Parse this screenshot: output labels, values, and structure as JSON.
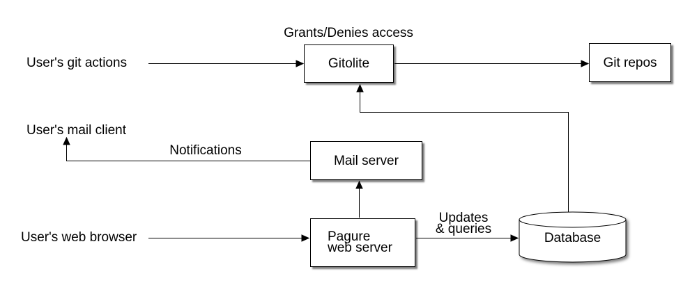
{
  "nodes": {
    "gitolite": {
      "label": "Gitolite"
    },
    "git_repos": {
      "label": "Git repos"
    },
    "mail_server": {
      "label": "Mail server"
    },
    "pagure_web_server": {
      "line1": "Pagure",
      "line2": "web server"
    },
    "database": {
      "label": "Database",
      "shape": "cylinder"
    }
  },
  "labels": {
    "grants_denies": "Grants/Denies access",
    "users_git_actions": "User's git actions",
    "users_mail_client": "User's mail client",
    "notifications": "Notifications",
    "users_web_browser": "User's web browser",
    "updates_line1": "Updates",
    "updates_line2": "& queries"
  },
  "edges": [
    {
      "from": "User's git actions",
      "to": "Gitolite"
    },
    {
      "from": "Gitolite",
      "to": "Git repos"
    },
    {
      "from": "Mail server",
      "to": "User's mail client",
      "label": "Notifications"
    },
    {
      "from": "Pagure web server",
      "to": "Mail server"
    },
    {
      "from": "User's web browser",
      "to": "Pagure web server"
    },
    {
      "from": "Pagure web server",
      "to": "Database",
      "label": "Updates & queries"
    },
    {
      "from": "Database",
      "to": "Gitolite"
    }
  ],
  "colors": {
    "background": "#ffffff",
    "stroke": "#000000",
    "node_fill": "#ffffff",
    "text": "#000000"
  }
}
